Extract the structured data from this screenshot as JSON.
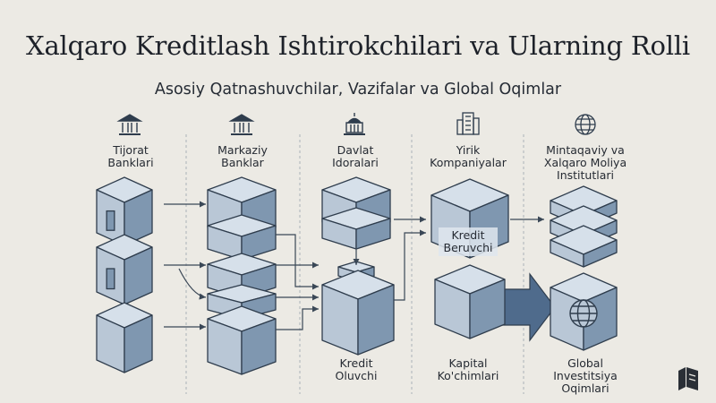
{
  "header": {
    "title": "Xalqaro Kreditlash Ishtirokchilari va Ularning Rolli",
    "subtitle": "Asosiy Qatnashuvchilar, Vazifalar va Global Oqimlar"
  },
  "columns": [
    {
      "line1": "Tijorat",
      "line2": "Banklari",
      "line3": "",
      "icon": "bank-icon"
    },
    {
      "line1": "Markaziy",
      "line2": "Banklar",
      "line3": "",
      "icon": "central-bank-icon"
    },
    {
      "line1": "Davlat",
      "line2": "Idoralari",
      "line3": "",
      "icon": "capitol-icon"
    },
    {
      "line1": "Yirik",
      "line2": "Kompaniyalar",
      "line3": "",
      "icon": "office-building-icon"
    },
    {
      "line1": "Mintaqaviy va",
      "line2": "Xalqaro Moliya",
      "line3": "Institutlari",
      "icon": "globe-icon"
    }
  ],
  "flow_labels": {
    "lender_1": "Kredit",
    "lender_2": "Beruvchi",
    "borrower_1": "Kredit",
    "borrower_2": "Oluvchi",
    "capital_1": "Kapital",
    "capital_2": "Ko'chimlari",
    "global_1": "Global",
    "global_2": "Investitsiya",
    "global_3": "Oqimlari"
  },
  "colors": {
    "background": "#eceae4",
    "cube_front": "#b9c7d6",
    "cube_top": "#d6e0ea",
    "cube_side": "#7f97b0",
    "stroke": "#2f3d4d",
    "accent_dark": "#4f6b8c"
  },
  "corner_logo": "book-logo-icon"
}
